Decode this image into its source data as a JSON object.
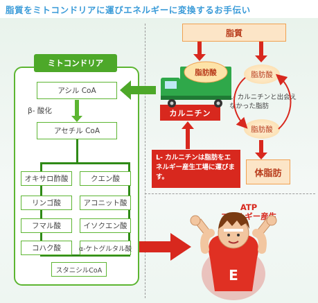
{
  "title": "脂質をミトコンドリアに運びエネルギーに変換するお手伝い",
  "mitochondria": {
    "label": "ミトコンドリア",
    "acyl_coa": "アシル CoA",
    "beta_oxidation": "β- 酸化",
    "acetyl_coa": "アセチル CoA",
    "cycle_left": [
      "オキサロ酢酸",
      "リンゴ酸",
      "フマル酸",
      "コハク酸"
    ],
    "cycle_right": [
      "クエン酸",
      "アコニット酸",
      "イソクエン酸",
      "α-ケトグルタル酸"
    ],
    "succinyl_coa": "スタニシルCoA"
  },
  "right": {
    "lipid": "脂質",
    "fatty_acid_truck": "脂肪酸",
    "carnitine": "カルニチン",
    "fatty_acid_top": "脂肪酸",
    "fatty_acid_bottom": "脂肪酸",
    "unmet_text": "L- カルニチンと出会えなかった脂肪",
    "body_fat": "体脂肪",
    "note": "L- カルニチンは脂肪をエネルギー産生工場に運びます。",
    "atp_line1": "ATP",
    "atp_line2": "エネルギー産生",
    "figure_letter": "E"
  },
  "colors": {
    "green": "#5cb531",
    "red": "#d8281e",
    "orange": "#f0a050",
    "title_blue": "#3a9bd8"
  }
}
